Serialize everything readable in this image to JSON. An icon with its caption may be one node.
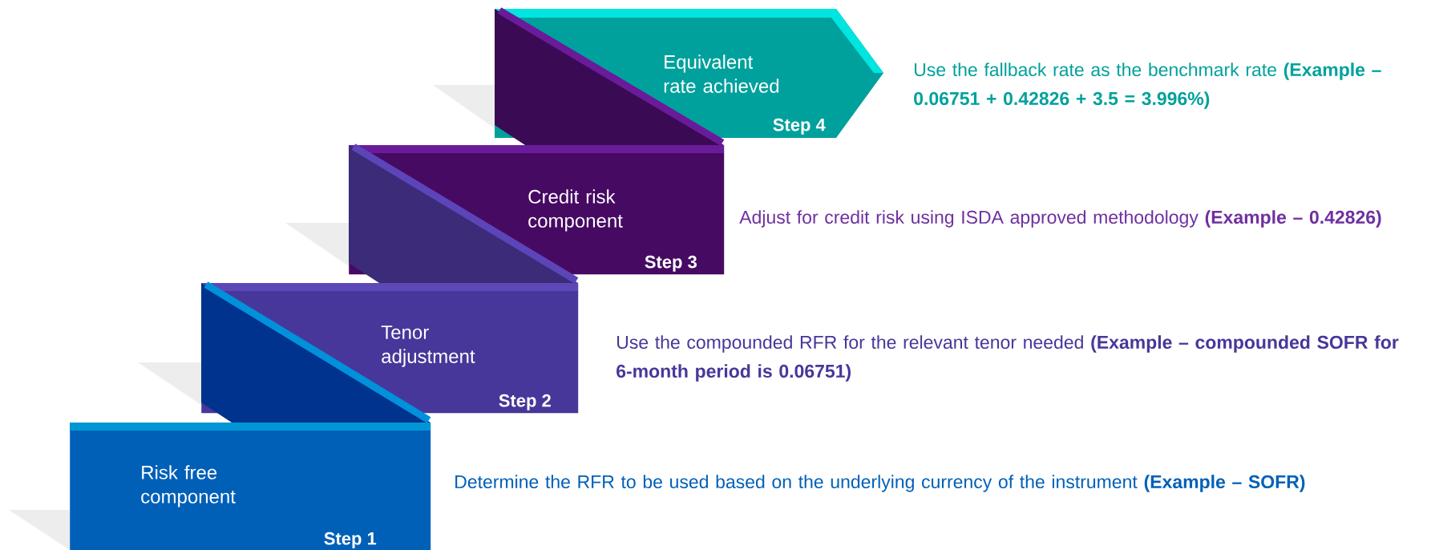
{
  "diagram": {
    "nodes": [
      {
        "text": [
          "Risk free component",
          "Step 1"
        ],
        "beside": [
          "Determine the RFR to be used based on the underlying currency of the instrument **(Example – SOFR)**"
        ]
      },
      {
        "text": [
          "Tenor adjustment",
          "Step 2"
        ],
        "beside": [
          "Use the compounded RFR for the relevant tenor needed **(Example – compounded SOFR for 6-month period is 0.06751)**"
        ]
      },
      {
        "text": [
          "Credit risk component",
          "Step 3"
        ],
        "beside": [
          "Adjust for credit risk using ISDA approved methodology **(Example – 0.42826)**"
        ]
      },
      {
        "text": [
          "Equivalent rate achieved",
          "Step 4"
        ],
        "beside": [
          "Use the fallback rate as the benchmark rate **(Example – 0.06751 + 0.42826 + 3.5 = 3.996%)**"
        ]
      }
    ]
  }
}
